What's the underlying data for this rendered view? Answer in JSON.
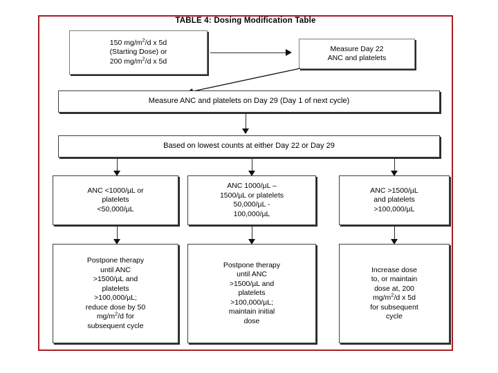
{
  "figure": {
    "title": "TABLE 4: Dosing Modification Table",
    "frame_color": "#a81c22",
    "box_border_color": "#7b7b7b",
    "connector_color": "#2b2b2b",
    "type": "flowchart"
  },
  "nodes": {
    "starting_dose": {
      "lines": [
        "150 mg/m2/d x 5d",
        "(Starting Dose) or",
        "200 mg/m2/d x 5d"
      ],
      "html": "150 mg/m<sup>2</sup>/d x 5d<br>(Starting Dose) or<br>200 mg/m<sup>2</sup>/d x 5d"
    },
    "measure_day22": {
      "lines": [
        "Measure Day 22",
        "ANC and platelets"
      ],
      "html": "Measure Day 22<br>ANC and platelets"
    },
    "measure_day29": {
      "lines": [
        "Measure ANC and platelets on Day 29 (Day 1 of next cycle)"
      ],
      "html": "Measure ANC and platelets on Day 29 (Day 1 of next cycle)"
    },
    "lowest_counts": {
      "lines": [
        "Based on lowest counts at either Day 22 or Day 29"
      ],
      "html": "Based on lowest counts at either Day 22 or Day 29"
    },
    "criteria_low": {
      "lines": [
        "ANC <1000/µL or",
        "platelets",
        "<50,000/µL"
      ],
      "html": "ANC &lt;1000/µL or<br>platelets<br>&lt;50,000/µL"
    },
    "criteria_mid": {
      "lines": [
        "ANC 1000/µL –",
        "1500/µL or platelets",
        "50,000/µL -",
        "100,000/µL"
      ],
      "html": "ANC 1000/µL –<br>1500/µL or platelets<br>50,000/µL -<br>100,000/µL"
    },
    "criteria_high": {
      "lines": [
        "ANC >1500/µL",
        "and platelets",
        ">100,000/µL"
      ],
      "html": "ANC &gt;1500/µL<br>and platelets<br>&gt;100,000/µL"
    },
    "action_low": {
      "lines": [
        "Postpone therapy",
        "until ANC",
        ">1500/µL and",
        "platelets",
        ">100,000/µL;",
        "reduce dose by 50",
        "mg/m2/d for",
        "subsequent cycle"
      ],
      "html": "Postpone therapy<br>until ANC<br>&gt;1500/µL and<br>platelets<br>&gt;100,000/µL;<br>reduce dose by 50<br>mg/m<sup>2</sup>/d for<br>subsequent cycle"
    },
    "action_mid": {
      "lines": [
        "Postpone therapy",
        "until ANC",
        ">1500/µL and",
        "platelets",
        ">100,000/µL;",
        "maintain initial",
        "dose"
      ],
      "html": "Postpone therapy<br>until ANC<br>&gt;1500/µL and<br>platelets<br>&gt;100,000/µL;<br>maintain initial<br>dose"
    },
    "action_high": {
      "lines": [
        "Increase dose",
        "to, or maintain",
        "dose at, 200",
        "mg/m2/d x 5d",
        "for subsequent",
        "cycle"
      ],
      "html": "Increase dose<br>to, or maintain<br>dose at, 200<br>mg/m<sup>2</sup>/d x 5d<br>for subsequent<br>cycle"
    }
  },
  "edges": [
    {
      "from": "starting_dose",
      "to": "measure_day22",
      "style": "horizontal-arrow"
    },
    {
      "from": "measure_day22",
      "to": "measure_day29",
      "style": "diagonal-arrow"
    },
    {
      "from": "measure_day29",
      "to": "lowest_counts",
      "style": "vertical-arrow"
    },
    {
      "from": "lowest_counts",
      "to": "criteria_low",
      "style": "vertical-arrow"
    },
    {
      "from": "lowest_counts",
      "to": "criteria_mid",
      "style": "vertical-arrow"
    },
    {
      "from": "lowest_counts",
      "to": "criteria_high",
      "style": "vertical-arrow"
    },
    {
      "from": "criteria_low",
      "to": "action_low",
      "style": "vertical-arrow"
    },
    {
      "from": "criteria_mid",
      "to": "action_mid",
      "style": "vertical-arrow"
    },
    {
      "from": "criteria_high",
      "to": "action_high",
      "style": "vertical-arrow"
    }
  ]
}
